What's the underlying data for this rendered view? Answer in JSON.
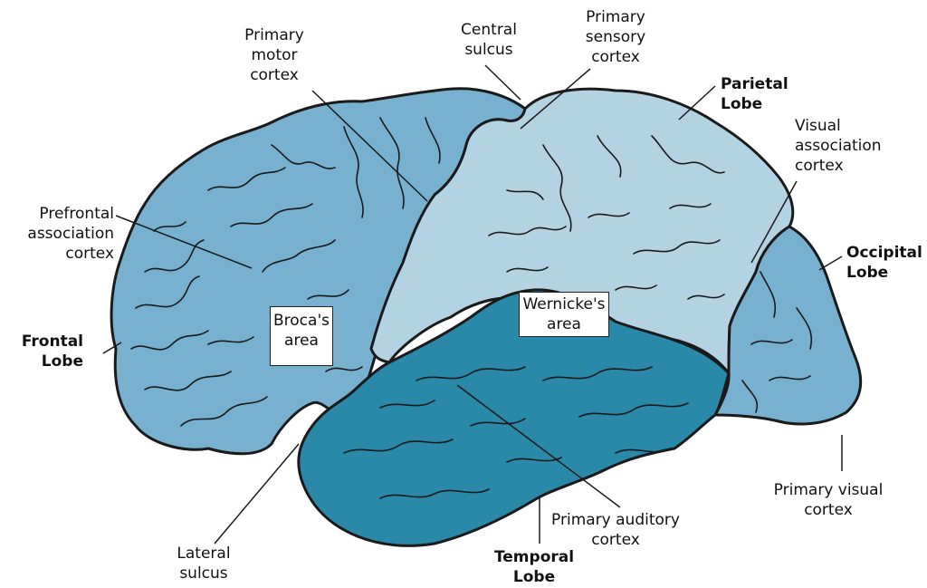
{
  "labels": {
    "primary_motor": [
      "Primary",
      "motor",
      "cortex"
    ],
    "central_sulcus": [
      "Central",
      "sulcus"
    ],
    "primary_sensory": [
      "Primary",
      "sensory",
      "cortex"
    ],
    "parietal": [
      "Parietal",
      "Lobe"
    ],
    "visual_association": [
      "Visual",
      "association",
      "cortex"
    ],
    "prefrontal": [
      "Prefrontal",
      "association",
      "cortex"
    ],
    "occipital": [
      "Occipital",
      "Lobe"
    ],
    "frontal": [
      "Frontal",
      "Lobe"
    ],
    "brocas": [
      "Broca's",
      "area"
    ],
    "wernickes": [
      "Wernicke's",
      "area"
    ],
    "primary_visual": [
      "Primary visual",
      "cortex"
    ],
    "primary_auditory": [
      "Primary auditory",
      "cortex"
    ],
    "lateral_sulcus": [
      "Lateral",
      "sulcus"
    ],
    "temporal": [
      "Temporal",
      "Lobe"
    ]
  },
  "colors": {
    "frontal_fill": "#77b1cf",
    "parietal_fill": "#b3d3e3",
    "temporal_fill": "#2a88a8",
    "occipital_fill": "#77b1cf",
    "outline": "#1a1a1a"
  }
}
